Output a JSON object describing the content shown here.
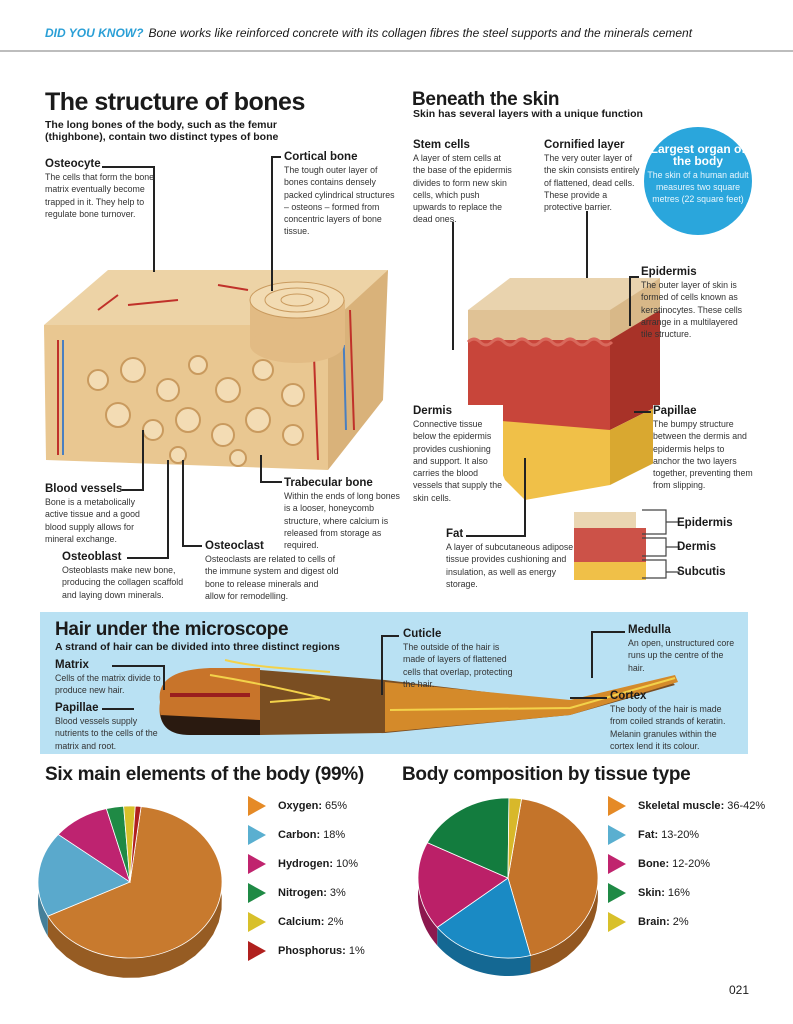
{
  "header": {
    "did_you_know": "DID YOU KNOW?",
    "fact": "Bone works like reinforced concrete with its collagen fibres the steel supports and the minerals cement"
  },
  "bones": {
    "title": "The structure of bones",
    "subtitle": "The long bones of the body, such as the femur (thighbone), contain two distinct types of bone",
    "labels": {
      "osteocyte": {
        "title": "Osteocyte",
        "text": "The cells that form the bone matrix eventually become trapped in it. They help to regulate bone turnover."
      },
      "cortical": {
        "title": "Cortical bone",
        "text": "The tough outer layer of bones contains densely packed cylindrical structures – osteons – formed from concentric layers of bone tissue."
      },
      "blood_vessels": {
        "title": "Blood vessels",
        "text": "Bone is a metabolically active tissue and a good blood supply allows for mineral exchange."
      },
      "trabecular": {
        "title": "Trabecular bone",
        "text": "Within the ends of long bones is a looser, honeycomb structure, where calcium is released from storage as required."
      },
      "osteoblast": {
        "title": "Osteoblast",
        "text": "Osteoblasts make new bone, producing the collagen scaffold and laying down minerals."
      },
      "osteoclast": {
        "title": "Osteoclast",
        "text": "Osteoclasts are related to cells of the immune system and digest old bone to release minerals and allow for remodelling."
      }
    }
  },
  "skin": {
    "title": "Beneath the skin",
    "subtitle": "Skin has several layers with a unique function",
    "callout": {
      "title": "Largest organ of the body",
      "text": "The skin of a human adult measures two square metres (22 square feet)"
    },
    "labels": {
      "stem_cells": {
        "title": "Stem cells",
        "text": "A layer of stem cells at the base of the epidermis divides to form new skin cells, which push upwards to replace the dead ones."
      },
      "cornified": {
        "title": "Cornified layer",
        "text": "The very outer layer of the skin consists entirely of flattened, dead cells. These provide a protective barrier."
      },
      "epidermis": {
        "title": "Epidermis",
        "text": "The outer layer of skin is formed of cells known as keratinocytes. These cells arrange in a multilayered tile structure."
      },
      "dermis": {
        "title": "Dermis",
        "text": "Connective tissue below the epidermis provides cushioning and support. It also carries the blood vessels that supply the skin cells."
      },
      "papillae": {
        "title": "Papillae",
        "text": "The bumpy structure between the dermis and epidermis helps to anchor the two layers together, preventing them from slipping."
      },
      "fat": {
        "title": "Fat",
        "text": "A layer of subcutaneous adipose tissue provides cushioning and insulation, as well as energy storage."
      }
    },
    "mini_layers": [
      "Epidermis",
      "Dermis",
      "Subcutis"
    ]
  },
  "hair": {
    "title": "Hair under the microscope",
    "subtitle": "A strand of hair can be divided into three distinct regions",
    "labels": {
      "matrix": {
        "title": "Matrix",
        "text": "Cells of the matrix divide to produce new hair."
      },
      "papillae": {
        "title": "Papillae",
        "text": "Blood vessels supply nutrients to the cells of the matrix and root."
      },
      "cuticle": {
        "title": "Cuticle",
        "text": "The outside of the hair is made of layers of flattened cells that overlap, protecting the hair."
      },
      "medulla": {
        "title": "Medulla",
        "text": "An open, unstructured core runs up the centre of the hair."
      },
      "cortex": {
        "title": "Cortex",
        "text": "The body of the hair is made from coiled strands of keratin. Melanin granules within the cortex lend it its colour."
      }
    }
  },
  "chart_data": [
    {
      "type": "pie",
      "title": "Six main elements of the body (99%)",
      "slices": [
        {
          "name": "Oxygen",
          "label": "65%",
          "value": 65,
          "color": "#e58a26",
          "fill": "#c87a2e"
        },
        {
          "name": "Carbon",
          "label": "18%",
          "value": 18,
          "color": "#5aafd0",
          "fill": "#5aa9cc"
        },
        {
          "name": "Hydrogen",
          "label": "10%",
          "value": 10,
          "color": "#c0246e",
          "fill": "#be2370"
        },
        {
          "name": "Nitrogen",
          "label": "3%",
          "value": 3,
          "color": "#1f8a45",
          "fill": "#1f8a45"
        },
        {
          "name": "Calcium",
          "label": "2%",
          "value": 2,
          "color": "#d8c02a",
          "fill": "#d8c02a"
        },
        {
          "name": "Phosphorus",
          "label": "1%",
          "value": 1,
          "color": "#b0201e",
          "fill": "#b0201e"
        }
      ]
    },
    {
      "type": "pie",
      "title": "Body composition by tissue type",
      "slices": [
        {
          "name": "Skeletal muscle",
          "label": "36-42%",
          "value": 39,
          "color": "#e58a26",
          "fill": "#c4742a"
        },
        {
          "name": "Fat",
          "label": "13-20%",
          "value": 16.5,
          "color": "#5aafd0",
          "fill": "#1a8ac4"
        },
        {
          "name": "Bone",
          "label": "12-20%",
          "value": 16,
          "color": "#c0246e",
          "fill": "#bb2068"
        },
        {
          "name": "Skin",
          "label": "16%",
          "value": 16,
          "color": "#1f8a45",
          "fill": "#137c3e"
        },
        {
          "name": "Brain",
          "label": "2%",
          "value": 2,
          "color": "#d8c02a",
          "fill": "#d8b82a"
        }
      ]
    }
  ],
  "page_number": "021"
}
